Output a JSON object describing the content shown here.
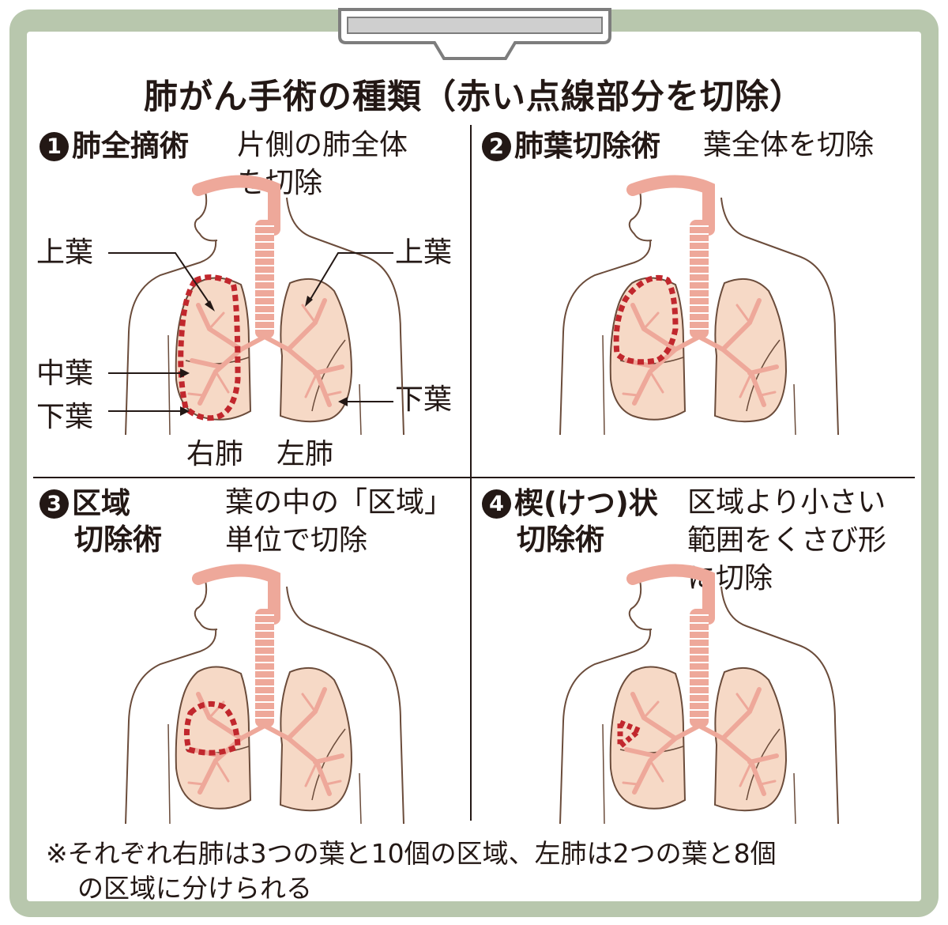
{
  "title": "肺がん手術の種類（赤い点線部分を切除）",
  "colors": {
    "frame": "#b8c7ad",
    "lung_fill": "#f6d9c6",
    "lung_stroke": "#6b4c3b",
    "airway": "#eea89a",
    "cut_line": "#c1272d"
  },
  "panels": [
    {
      "number": "1",
      "name_lines": [
        "肺全摘術"
      ],
      "desc_lines": [
        "片側の肺全体",
        "を切除"
      ]
    },
    {
      "number": "2",
      "name_lines": [
        "肺葉切除術"
      ],
      "desc_lines": [
        "葉全体を切除"
      ]
    },
    {
      "number": "3",
      "name_lines": [
        "区域",
        "切除術"
      ],
      "desc_lines": [
        "葉の中の「区域」",
        "単位で切除"
      ]
    },
    {
      "number": "4",
      "name_lines": [
        "楔(けつ)状",
        "切除術"
      ],
      "desc_lines": [
        "区域より小さい",
        "範囲をくさび形",
        "に切除"
      ]
    }
  ],
  "labels": {
    "upper_lobe_right": "上葉",
    "middle_lobe": "中葉",
    "lower_lobe_right": "下葉",
    "upper_lobe_left": "上葉",
    "lower_lobe_left": "下葉",
    "right_lung": "右肺",
    "left_lung": "左肺"
  },
  "note_lines": [
    "※それぞれ右肺は3つの葉と10個の区域、左肺は2つの葉と8個",
    "の区域に分けられる"
  ]
}
